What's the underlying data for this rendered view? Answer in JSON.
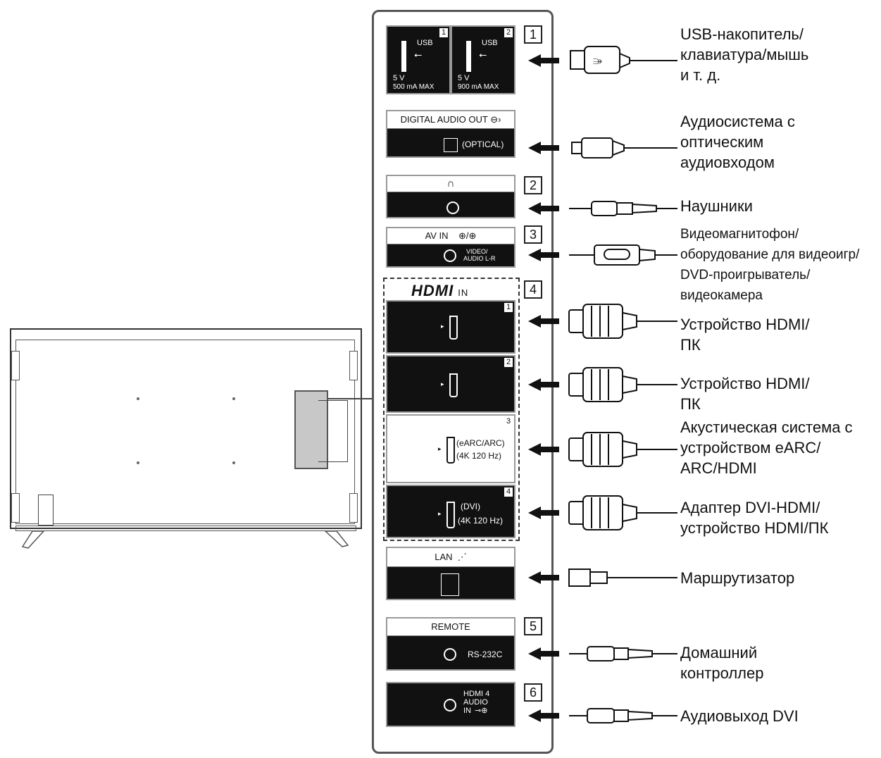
{
  "title": "",
  "panel": {
    "usb": {
      "number": "1",
      "ports": [
        {
          "index": "1",
          "label": "USB",
          "power1": "5 V",
          "power2": "500 mA MAX"
        },
        {
          "index": "2",
          "label": "USB",
          "power1": "5 V",
          "power2": "900 mA MAX"
        }
      ]
    },
    "optical": {
      "header": "DIGITAL AUDIO OUT",
      "label": "(OPTICAL)"
    },
    "headphone": {
      "number": "2"
    },
    "avin": {
      "number": "3",
      "header": "AV IN",
      "label1": "VIDEO/",
      "label2": "AUDIO L-R"
    },
    "hdmi": {
      "number": "4",
      "header": "HDMI",
      "header_suffix": "IN",
      "ports": [
        {
          "index": "1",
          "line1": "",
          "line2": ""
        },
        {
          "index": "2",
          "line1": "",
          "line2": ""
        },
        {
          "index": "3",
          "line1": "(eARC/ARC)",
          "line2": "(4K 120 Hz)"
        },
        {
          "index": "4",
          "line1": "(DVI)",
          "line2": "(4K 120 Hz)"
        }
      ]
    },
    "lan": {
      "header": "LAN"
    },
    "remote": {
      "number": "5",
      "header": "REMOTE",
      "label": "RS-232C"
    },
    "hdmi_audio": {
      "number": "6",
      "line1": "HDMI 4",
      "line2": "AUDIO",
      "line3": "IN"
    }
  },
  "devices": [
    {
      "lines": [
        "USB-накопитель/",
        "клавиатура/мышь",
        "и т. д."
      ]
    },
    {
      "lines": [
        "Аудиосистема с",
        "оптическим",
        "аудиовходом"
      ]
    },
    {
      "lines": [
        "Наушники"
      ]
    },
    {
      "lines": [
        "Видеомагнитофон/",
        "оборудование для видеоигр/",
        "DVD-проигрыватель/",
        "видеокамера"
      ]
    },
    {
      "lines": [
        "Устройство HDMI/",
        "ПК"
      ]
    },
    {
      "lines": [
        "Устройство HDMI/",
        "ПК"
      ]
    },
    {
      "lines": [
        "Акустическая система с",
        "устройством eARC/",
        "ARC/HDMI"
      ]
    },
    {
      "lines": [
        "Адаптер DVI-HDMI/",
        "устройство HDMI/ПК"
      ]
    },
    {
      "lines": [
        "Маршрутизатор"
      ]
    },
    {
      "lines": [
        "Домашний",
        "контроллер"
      ]
    },
    {
      "lines": [
        "Аудиовыход DVI"
      ]
    }
  ]
}
